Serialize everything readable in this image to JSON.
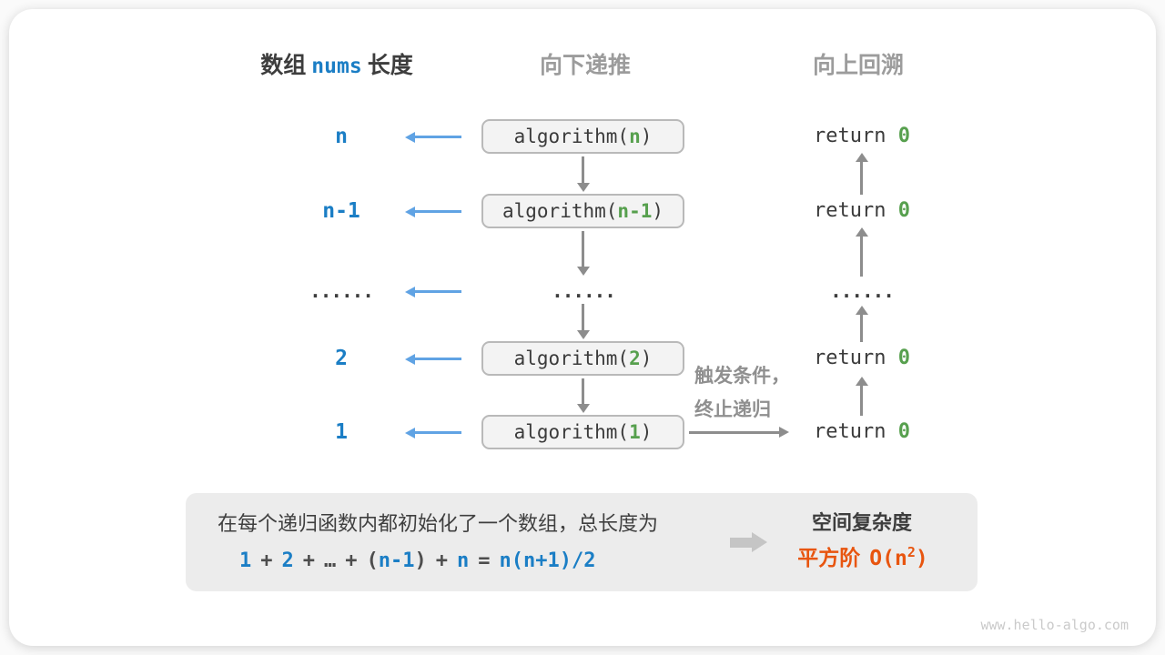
{
  "colors": {
    "blue_text": "#1b7ec5",
    "blue_arrow": "#60a3e4",
    "green": "#57a04e",
    "orange": "#e8550f",
    "dark_text": "#3d3d3d",
    "gray_header": "#9c9c9c",
    "gray_arrow": "#8d8d8d",
    "box_fill": "#f3f3f3",
    "box_border": "#b9b9b9",
    "summary_fill": "#ececec",
    "watermark": "#cacaca"
  },
  "headers": {
    "left_prefix": "数组",
    "left_code": "nums",
    "left_suffix": "长度",
    "middle": "向下递推",
    "right": "向上回溯"
  },
  "rows": [
    {
      "label": "n",
      "call_prefix": "algorithm(",
      "call_arg": "n",
      "call_suffix": ")",
      "ret_prefix": "return ",
      "ret_value": "0"
    },
    {
      "label": "n-1",
      "call_prefix": "algorithm(",
      "call_arg": "n-1",
      "call_suffix": ")",
      "ret_prefix": "return ",
      "ret_value": "0"
    },
    {
      "label": "......",
      "ellipsis_mid": "......",
      "ellipsis_right": "......"
    },
    {
      "label": "2",
      "call_prefix": "algorithm(",
      "call_arg": "2",
      "call_suffix": ")",
      "ret_prefix": "return ",
      "ret_value": "0"
    },
    {
      "label": "1",
      "call_prefix": "algorithm(",
      "call_arg": "1",
      "call_suffix": ")",
      "ret_prefix": "return ",
      "ret_value": "0"
    }
  ],
  "note": {
    "line1": "触发条件，",
    "line2": "终止递归"
  },
  "summary": {
    "description": "在每个递归函数内都初始化了一个数组，总长度为",
    "formula": {
      "t1": "1",
      "op1": "+",
      "t2": "2",
      "op2": "+",
      "dots": "…",
      "op3": "+",
      "lparen": "(",
      "t3": "n-1",
      "rparen": ")",
      "op4": "+",
      "t4": "n",
      "eq": "=",
      "result": "n(n+1)/2"
    },
    "right_title": "空间复杂度",
    "complexity_name": "平方阶",
    "big_o_prefix": "O(n",
    "big_o_sup": "2",
    "big_o_suffix": ")"
  },
  "watermark": "www.hello-algo.com"
}
